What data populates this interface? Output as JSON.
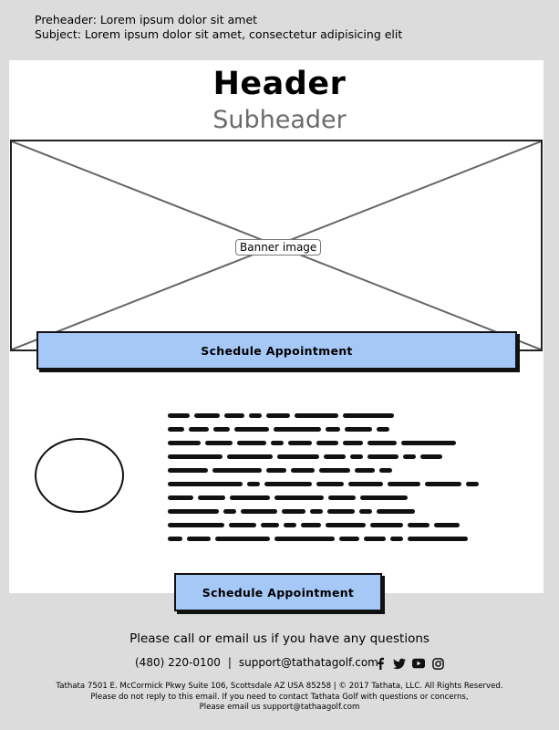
{
  "email": {
    "preheader": "Preheader: Lorem ipsum dolor sit amet",
    "subject": "Subject: Lorem ipsum dolor sit amet, consectetur adipisicing elit"
  },
  "hero": {
    "header": "Header",
    "subheader": "Subheader",
    "banner_label": "Banner image"
  },
  "cta": {
    "primary_label": "Schedule Appointment",
    "secondary_label": "Schedule Appointment"
  },
  "footer": {
    "question": "Please call or email us if you have any questions",
    "phone": "(480) 220-0100",
    "separator": "|",
    "email": "support@tathatagolf.com",
    "social_icons": [
      "facebook-icon",
      "twitter-icon",
      "youtube-icon",
      "instagram-icon"
    ],
    "legal_line1": "Tathata 7501 E. McCormick Pkwy Suite 106, Scottsdale AZ USA 85258 | © 2017 Tathata, LLC. All Rights Reserved.",
    "legal_line2": "Please do not reply to this email. If you need to contact Tathata Golf with questions or concerns,",
    "legal_line3": "Please email us support@tathaagolf.com"
  },
  "colors": {
    "button_fill": "#a6c8f6",
    "page_bg": "#dcdcdc",
    "card_bg": "#ffffff"
  }
}
